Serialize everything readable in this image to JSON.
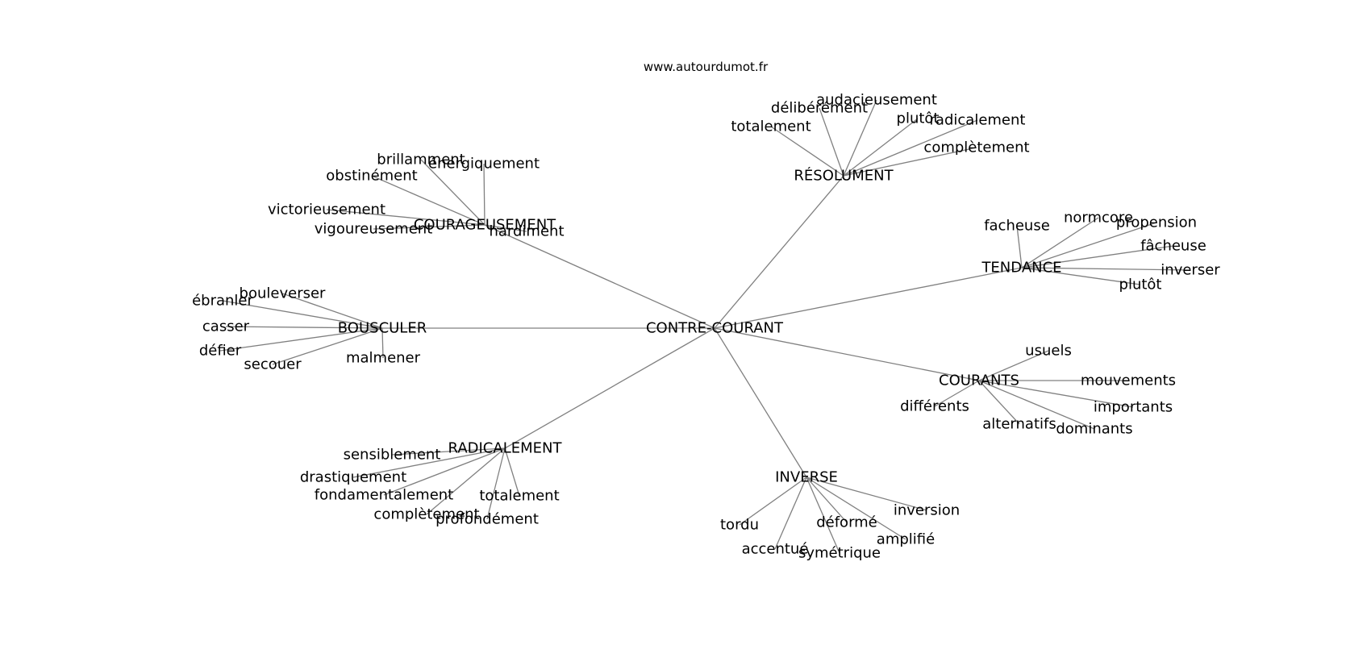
{
  "site": "www.autourdumot.fr",
  "colors": {
    "edge": "#808080",
    "text": "#000000",
    "background": "#ffffff"
  },
  "center": {
    "id": "center",
    "label": "CONTRE-COURANT"
  },
  "hubs": [
    {
      "id": "resolument",
      "label": "RÉSOLUMENT",
      "leaves": [
        {
          "id": "resolument-deliberement",
          "label": "délibérément"
        },
        {
          "id": "resolument-audacieusement",
          "label": "audacieusement"
        },
        {
          "id": "resolument-totalement",
          "label": "totalement"
        },
        {
          "id": "resolument-plutot",
          "label": "plutôt"
        },
        {
          "id": "resolument-radicalement",
          "label": "radicalement"
        },
        {
          "id": "resolument-completement",
          "label": "complètement"
        }
      ]
    },
    {
      "id": "courageusement",
      "label": "COURAGEUSEMENT",
      "leaves": [
        {
          "id": "courageusement-brillamment",
          "label": "brillamment"
        },
        {
          "id": "courageusement-energiquement",
          "label": "énergiquement"
        },
        {
          "id": "courageusement-obstinement",
          "label": "obstinément"
        },
        {
          "id": "courageusement-victorieusement",
          "label": "victorieusement"
        },
        {
          "id": "courageusement-vigoureusement",
          "label": "vigoureusement"
        },
        {
          "id": "courageusement-hardiment",
          "label": "hardiment"
        }
      ]
    },
    {
      "id": "tendance",
      "label": "TENDANCE",
      "leaves": [
        {
          "id": "tendance-facheuse",
          "label": "facheuse"
        },
        {
          "id": "tendance-normcore",
          "label": "normcore"
        },
        {
          "id": "tendance-propension",
          "label": "propension"
        },
        {
          "id": "tendance-facheuse-accent",
          "label": "fâcheuse"
        },
        {
          "id": "tendance-inverser",
          "label": "inverser"
        },
        {
          "id": "tendance-plutot",
          "label": "plutôt"
        }
      ]
    },
    {
      "id": "bousculer",
      "label": "BOUSCULER",
      "leaves": [
        {
          "id": "bousculer-bouleverser",
          "label": "bouleverser"
        },
        {
          "id": "bousculer-ebranler",
          "label": "ébranler"
        },
        {
          "id": "bousculer-casser",
          "label": "casser"
        },
        {
          "id": "bousculer-defier",
          "label": "défier"
        },
        {
          "id": "bousculer-secouer",
          "label": "secouer"
        },
        {
          "id": "bousculer-malmener",
          "label": "malmener"
        }
      ]
    },
    {
      "id": "courants",
      "label": "COURANTS",
      "leaves": [
        {
          "id": "courants-usuels",
          "label": "usuels"
        },
        {
          "id": "courants-mouvements",
          "label": "mouvements"
        },
        {
          "id": "courants-differents",
          "label": "différents"
        },
        {
          "id": "courants-importants",
          "label": "importants"
        },
        {
          "id": "courants-alternatifs",
          "label": "alternatifs"
        },
        {
          "id": "courants-dominants",
          "label": "dominants"
        }
      ]
    },
    {
      "id": "radicalement",
      "label": "RADICALEMENT",
      "leaves": [
        {
          "id": "radicalement-sensiblement",
          "label": "sensiblement"
        },
        {
          "id": "radicalement-drastiquement",
          "label": "drastiquement"
        },
        {
          "id": "radicalement-fondamentalement",
          "label": "fondamentalement"
        },
        {
          "id": "radicalement-totalement",
          "label": "totalement"
        },
        {
          "id": "radicalement-completement",
          "label": "complètement"
        },
        {
          "id": "radicalement-profondement",
          "label": "profondément"
        }
      ]
    },
    {
      "id": "inverse",
      "label": "INVERSE",
      "leaves": [
        {
          "id": "inverse-inversion",
          "label": "inversion"
        },
        {
          "id": "inverse-deforme",
          "label": "déformé"
        },
        {
          "id": "inverse-tordu",
          "label": "tordu"
        },
        {
          "id": "inverse-amplifie",
          "label": "amplifié"
        },
        {
          "id": "inverse-accentue",
          "label": "accentué"
        },
        {
          "id": "inverse-symetrique",
          "label": "symétrique"
        }
      ]
    }
  ]
}
